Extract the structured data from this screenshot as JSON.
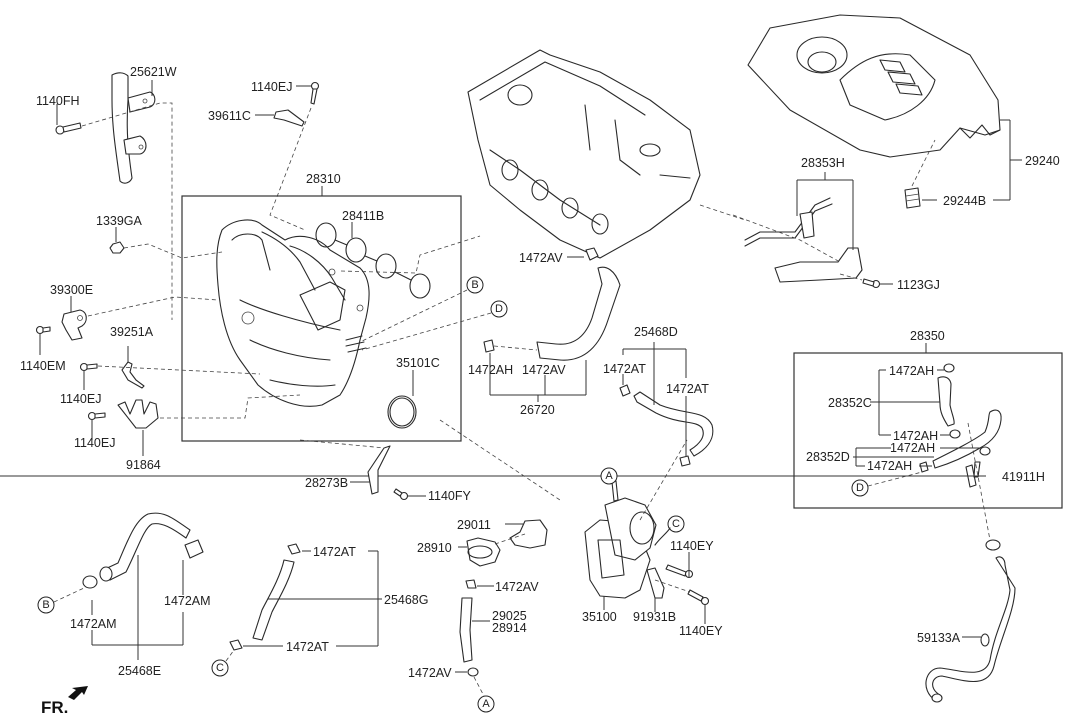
{
  "diagram": {
    "orientation_label": "FR.",
    "labels": {
      "p25621W": "25621W",
      "p1140FH": "1140FH",
      "p1140EJ_top": "1140EJ",
      "p39611C": "39611C",
      "p28310": "28310",
      "p28411B": "28411B",
      "p1339GA": "1339GA",
      "p39300E": "39300E",
      "p1140EM": "1140EM",
      "p39251A": "39251A",
      "p1140EJ_mid": "1140EJ",
      "p1140EJ_low": "1140EJ",
      "p91864": "91864",
      "p35101C": "35101C",
      "p1472AV_top": "1472AV",
      "p1472AH_mid": "1472AH",
      "p1472AV_mid": "1472AV",
      "p26720": "26720",
      "p25468D": "25468D",
      "p1472AT_d1": "1472AT",
      "p1472AT_d2": "1472AT",
      "p28353H": "28353H",
      "p1123GJ": "1123GJ",
      "p29240": "29240",
      "p29244B": "29244B",
      "p28350": "28350",
      "p1472AH_b1": "1472AH",
      "p28352C": "28352C",
      "p1472AH_b2": "1472AH",
      "p28352D": "28352D",
      "p1472AH_b3": "1472AH",
      "p1472AH_b4": "1472AH",
      "p41911H": "41911H",
      "p28273B": "28273B",
      "p1140FY": "1140FY",
      "p29011": "29011",
      "p28910": "28910",
      "p1472AV_lo1": "1472AV",
      "p29025": "29025",
      "p28914": "28914",
      "p1472AV_lo2": "1472AV",
      "p35100": "35100",
      "p91931B": "91931B",
      "p1140EY_a": "1140EY",
      "p1140EY_b": "1140EY",
      "p1472AT_g1": "1472AT",
      "p25468G": "25468G",
      "p1472AT_g2": "1472AT",
      "p1472AM_a": "1472AM",
      "p1472AM_b": "1472AM",
      "p25468E": "25468E",
      "p59133A": "59133A"
    },
    "connectors": {
      "A_top": "A",
      "A_bottom": "A",
      "B_manifold": "B",
      "B_left": "B",
      "C_throttle": "C",
      "C_left": "C",
      "D_manifold": "D",
      "D_box": "D"
    }
  }
}
